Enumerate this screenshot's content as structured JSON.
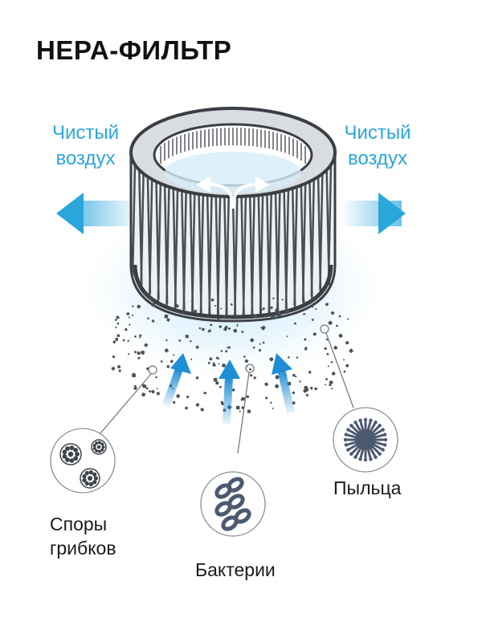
{
  "title": "HEPA-ФИЛЬТР",
  "clean_air_left": {
    "line1": "Чистый",
    "line2": "воздух"
  },
  "clean_air_right": {
    "line1": "Чистый",
    "line2": "воздух"
  },
  "particles": {
    "spores": {
      "line1": "Споры",
      "line2": "грибков",
      "icon": "spores-icon"
    },
    "bacteria": {
      "label": "Бактерии",
      "icon": "bacteria-icon"
    },
    "pollen": {
      "label": "Пыльца",
      "icon": "pollen-icon"
    }
  },
  "colors": {
    "accent": "#2ba6dc",
    "arrow_blue": "#1e8fd6",
    "filter_dark": "#3b3f45",
    "glow": "#bfe6f7"
  }
}
